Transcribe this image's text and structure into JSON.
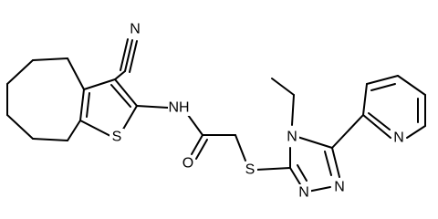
{
  "molecule": {
    "atoms": {
      "n_nitrile": "N",
      "nh": "NH",
      "s_thiophene": "S",
      "o_carbonyl": "O",
      "s_thioether": "S",
      "n4_triazole": "N",
      "n1_triazole": "N",
      "n2_triazole": "N",
      "n_pyridine": "N"
    }
  }
}
